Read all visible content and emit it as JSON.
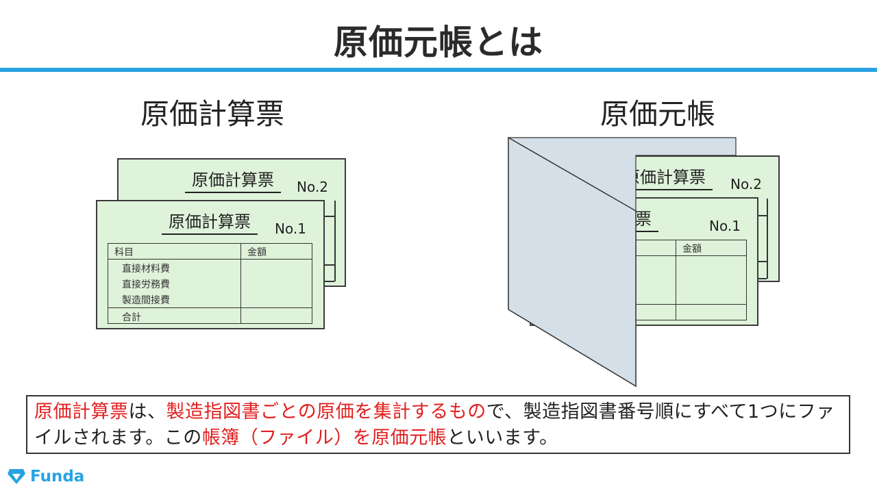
{
  "title": "原価元帳とは",
  "left": {
    "heading": "原価計算票",
    "cards": [
      {
        "title": "原価計算票",
        "no": "No.2"
      },
      {
        "title": "原価計算票",
        "no": "No.1"
      }
    ],
    "table": {
      "col1_header": "科目",
      "col2_header": "金額",
      "items": [
        "直接材料費",
        "直接労務費",
        "製造間接費"
      ],
      "total": "合計"
    }
  },
  "right": {
    "heading": "原価元帳",
    "cards": [
      {
        "title": "原価計算票",
        "no": "No.2"
      },
      {
        "title": "計算票",
        "no": "No.1"
      }
    ],
    "amount_header": "金額"
  },
  "description": {
    "hl1": "原価計算票",
    "t1": "は、",
    "hl2": "製造指図書ごとの原価を集計するもの",
    "t2": "で、製造指図書番号順にすべて1つにファイルされます。この",
    "hl3": "帳簿（ファイル）を原価元帳",
    "t3": "といいます。"
  },
  "logo": {
    "text": "Funda"
  },
  "colors": {
    "accent": "#27a3e2",
    "card_bg": "#dff2da",
    "folder": "#d5dfe7",
    "highlight": "#e21f1f"
  }
}
